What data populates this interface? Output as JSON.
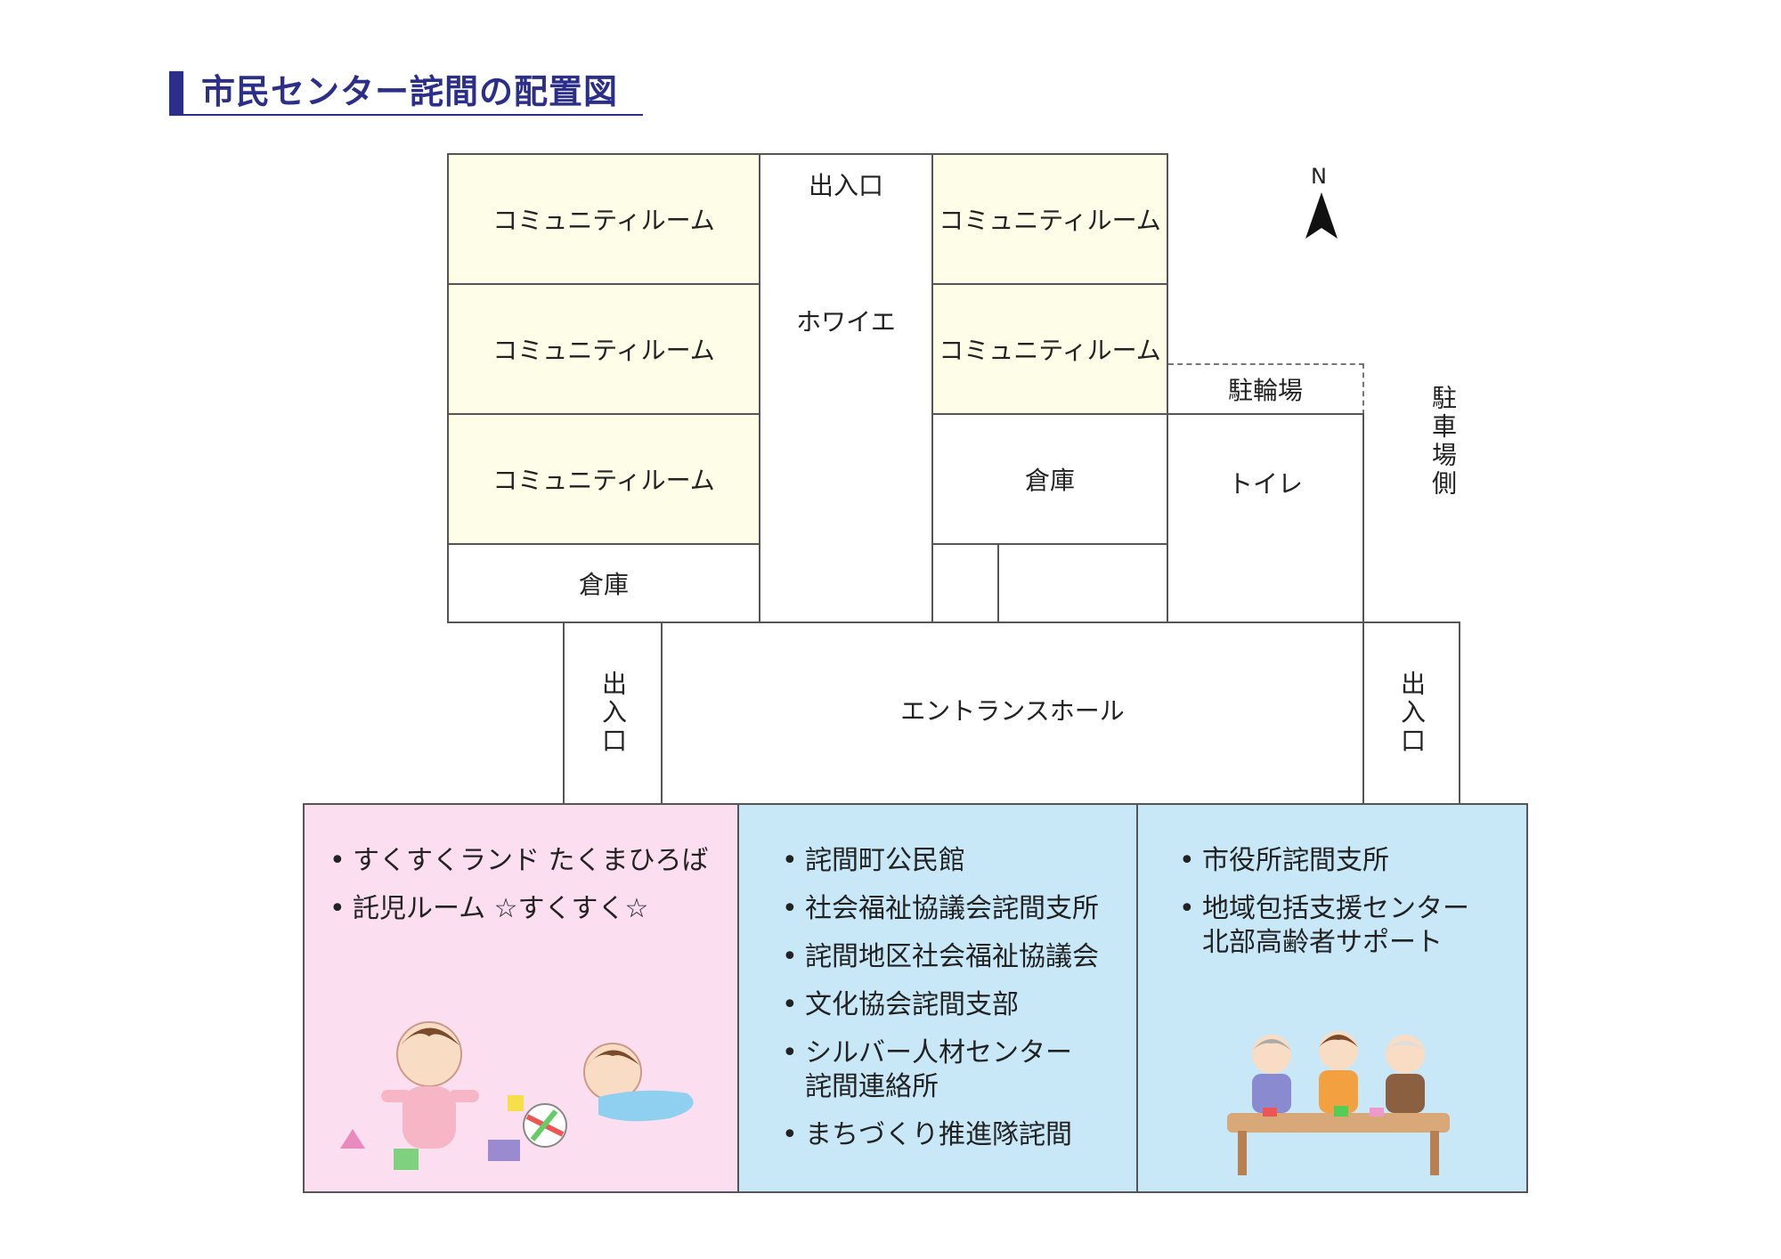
{
  "title": "市民センター詫間の配置図",
  "north": "N",
  "rooms": {
    "community_1": "コミュニティルーム",
    "community_2": "コミュニティルーム",
    "community_3": "コミュニティルーム",
    "community_4": "コミュニティルーム",
    "community_5": "コミュニティルーム",
    "storage_left": "倉庫",
    "storage_right": "倉庫",
    "foyer": "ホワイエ",
    "entrance_top": "出入口",
    "entrance_left": "出入口",
    "entrance_right": "出入口",
    "entrance_hall": "エントランスホール",
    "bike_parking": "駐輪場",
    "toilet": "トイレ",
    "parking_side": "駐車場側"
  },
  "panels": {
    "left": {
      "items": [
        "すくすくランド たくまひろば",
        "託児ルーム ☆すくすく☆"
      ]
    },
    "middle": {
      "items": [
        "詫間町公民館",
        "社会福祉協議会詫間支所",
        "詫間地区社会福祉協議会",
        "文化協会詫間支部",
        "シルバー人材センター",
        "まちづくり推進隊詫間"
      ],
      "item5_line2": "詫間連絡所"
    },
    "right": {
      "items": [
        "市役所詫間支所",
        "地域包括支援センター"
      ],
      "item2_line2": "北部高齢者サポート"
    }
  },
  "colors": {
    "title": "#2c2f8a",
    "room_fill": "#fdfde8",
    "panel_pink": "#fbdff0",
    "panel_blue": "#c8e8f8"
  }
}
